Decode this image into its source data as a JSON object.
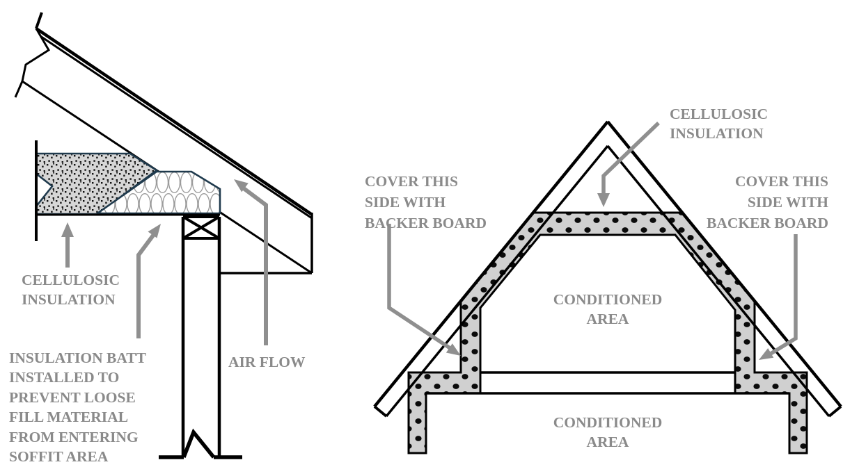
{
  "figure": {
    "description": "Two construction detail diagrams for cellulosic loose-fill insulation",
    "colors": {
      "label_gray": "#8a8a8a",
      "arrow_gray": "#8f8f8f",
      "insulation_fill": "#d4d4d4",
      "insulation_outline_navy": "#1f3a4d",
      "line_black": "#000000",
      "background": "#ffffff"
    }
  },
  "left_diagram": {
    "name": "eave-soffit-detail",
    "cellulosic_label": [
      "CELLULOSIC",
      "INSULATION"
    ],
    "batt_label": [
      "INSULATION BATT",
      "INSTALLED TO",
      "PREVENT LOOSE",
      "FILL MATERIAL",
      "FROM ENTERING",
      "SOFFIT AREA"
    ],
    "air_flow_label": "AIR FLOW"
  },
  "right_diagram": {
    "name": "attic-cross-section",
    "cellulosic_label": [
      "CELLULOSIC",
      "INSULATION"
    ],
    "cover_left_label": [
      "COVER THIS",
      "SIDE WITH",
      "BACKER BOARD"
    ],
    "cover_right_label": [
      "COVER THIS",
      "SIDE WITH",
      "BACKER BOARD"
    ],
    "conditioned_attic_label": [
      "CONDITIONED",
      "AREA"
    ],
    "conditioned_lower_label": [
      "CONDITIONED",
      "AREA"
    ]
  }
}
